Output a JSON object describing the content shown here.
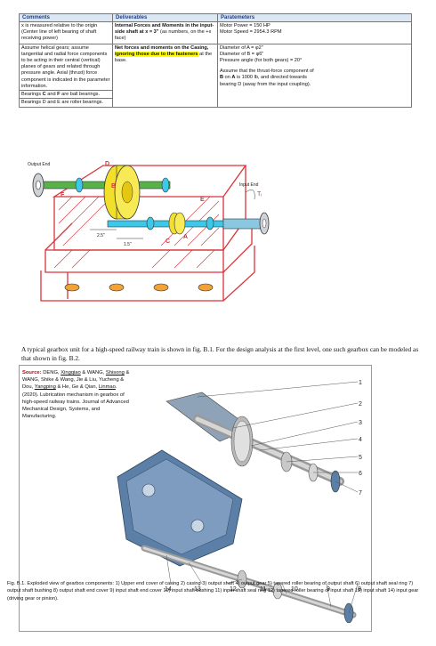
{
  "table": {
    "headers": [
      "Comments",
      "Deliverables",
      "Paratemeters"
    ],
    "comments": {
      "line1": "x is measured relative to the origin (Center line of left bearing of shaft receiving power)",
      "line2": "Assume helical gears; assume tangential and radial force components to be acting in their central (vertical) planes of gears and related through pressure angle. Axial (thrust) force component is indicated in the parameter information.",
      "line3_pre": "Bearings ",
      "line3_c": "C",
      "line3_and": " and ",
      "line3_f": "F",
      "line3_post": " are ball bearings.",
      "line4": "Bearings D and E are roller bearings."
    },
    "deliverables": {
      "line1_bold": "Internal Forces and Moments in the input-side shaft at x = 3\"",
      "line1_rest": " (as numbers, on the +x face)",
      "line2_bold": "Net forces and moments on the Casing, ",
      "line2_hl": "ignoring those due to the fasteners",
      "line2_rest": " at the base."
    },
    "parameters": {
      "power": "Motor Power = 150 HP",
      "speed": "Motor Speed = 2954.3 RPM",
      "diam_a": "Diameter of A = φ2\"",
      "diam_b": "Diameter of B = φ6\"",
      "pressure": "Pressure angle (for both gears) = 20°",
      "thrust_pre": "Assume that the thrust-force component of ",
      "thrust_b": "B",
      "thrust_mid": " on ",
      "thrust_a": "A",
      "thrust_post": " is 1000 lb, and directed towards bearing D (away from the input coupling)."
    }
  },
  "sketch": {
    "output_end": "Output End",
    "input_end": "Input End",
    "torque": "Tᵢ",
    "labels": [
      "D",
      "F",
      "B",
      "E",
      "C",
      "A"
    ],
    "dim1": "2.5\"",
    "dim2": "1.5\""
  },
  "paragraph": "A typical gearbox unit for a high-speed railway train is shown in fig. B.1. For the design analysis at the first level, one such gearbox can be modeled as that shown in fig. B.2.",
  "source": {
    "label": "Source:",
    "text1": " DENG, ",
    "u1": "Xingqiao",
    "text2": " & WANG, ",
    "u2": "Shisong",
    "text3": " & WANG, Shike & Wang, Jie & Liu, Yucheng & Dou, ",
    "u3": "Yangping",
    "text4": " & He, Ge & Qian, ",
    "u4": "Linmao",
    "text5": ". (2020). Lubrication mechanism in gearbox of high-speed railway trains. Journal of Advanced Mechanical Design, Systems, and Manufacturing."
  },
  "part_numbers": [
    "1",
    "2",
    "3",
    "4",
    "5",
    "6",
    "7",
    "8",
    "9",
    "10",
    "11",
    "12",
    "13",
    "14"
  ],
  "caption": "Fig. B.1. Exploded view of gearbox components: 1) Upper end cover of casing 2) casing 3) output shaft 4) output gear 5) tapered roller bearing of output shaft 6) output shaft seal ring 7) output shaft bushing 8) output shaft end cover 9) input shaft end cover 10) input shaft bushing 11) input shaft seal ring 12) tapered roller bearing of input shaft 13) input shaft 14) input gear (driving gear or pinion).",
  "colors": {
    "header_bg": "#dbe7f3",
    "header_text": "#1f3f8a",
    "highlight": "#ffff00",
    "sketch_red": "#d8343a",
    "gear_yellow": "#f2df2a",
    "shaft_cyan": "#3cc8e8",
    "shaft_green": "#57b24a",
    "casing_blue": "#5b7fa6",
    "source_red": "#cc0000"
  }
}
